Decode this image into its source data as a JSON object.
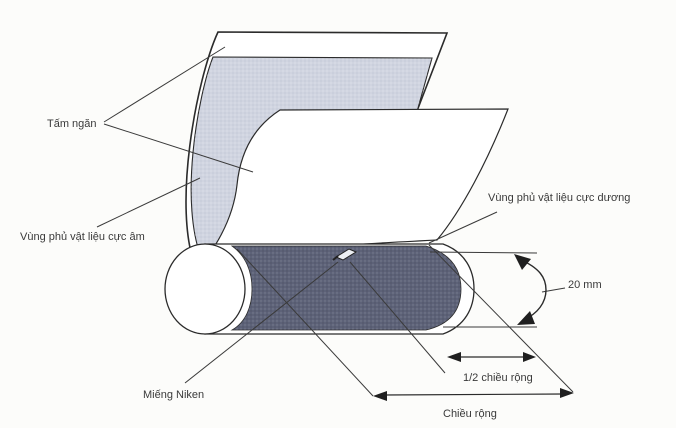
{
  "figure": {
    "labels": {
      "separator": "Tấm ngăn",
      "negative_area": "Vùng phủ vật liệu cực âm",
      "positive_area": "Vùng phủ vật liệu cực dương",
      "nickel_tab": "Miếng Niken",
      "dim_20mm": "20 mm",
      "half_width": "1/2 chiều rộng",
      "full_width": "Chiều rộng"
    },
    "colors": {
      "background": "#fcfcfa",
      "sheet_fill": "#d0d4e0",
      "band_fill": "#5d6278",
      "line": "#333333",
      "white": "#ffffff"
    }
  }
}
